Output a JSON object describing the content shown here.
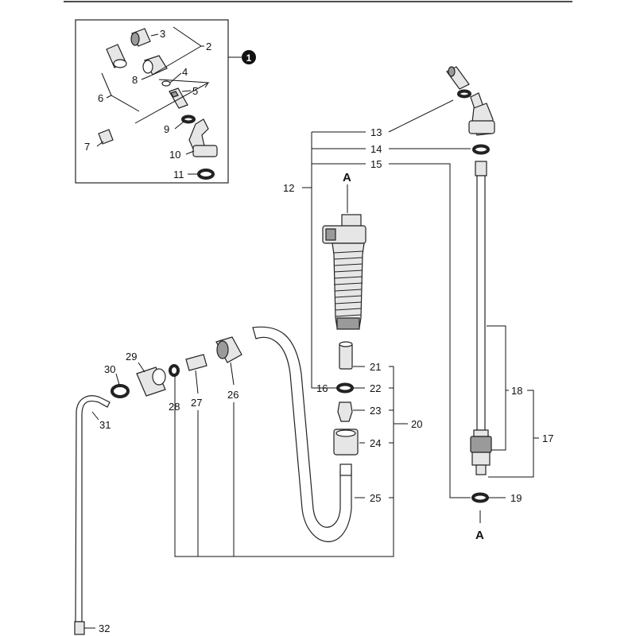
{
  "callouts": {
    "c1": "1",
    "c2": "2",
    "c3": "3",
    "c4": "4",
    "c5": "5",
    "c6": "6",
    "c7": "7",
    "c8": "8",
    "c9": "9",
    "c10": "10",
    "c11": "11",
    "c12": "12",
    "c13": "13",
    "c14": "14",
    "c15": "15",
    "c16": "16",
    "c17": "17",
    "c18": "18",
    "c19": "19",
    "c20": "20",
    "c21": "21",
    "c22": "22",
    "c23": "23",
    "c24": "24",
    "c25": "25",
    "c26": "26",
    "c27": "27",
    "c28": "28",
    "c29": "29",
    "c30": "30",
    "c31": "31",
    "c32": "32"
  },
  "connection_marker": "A"
}
